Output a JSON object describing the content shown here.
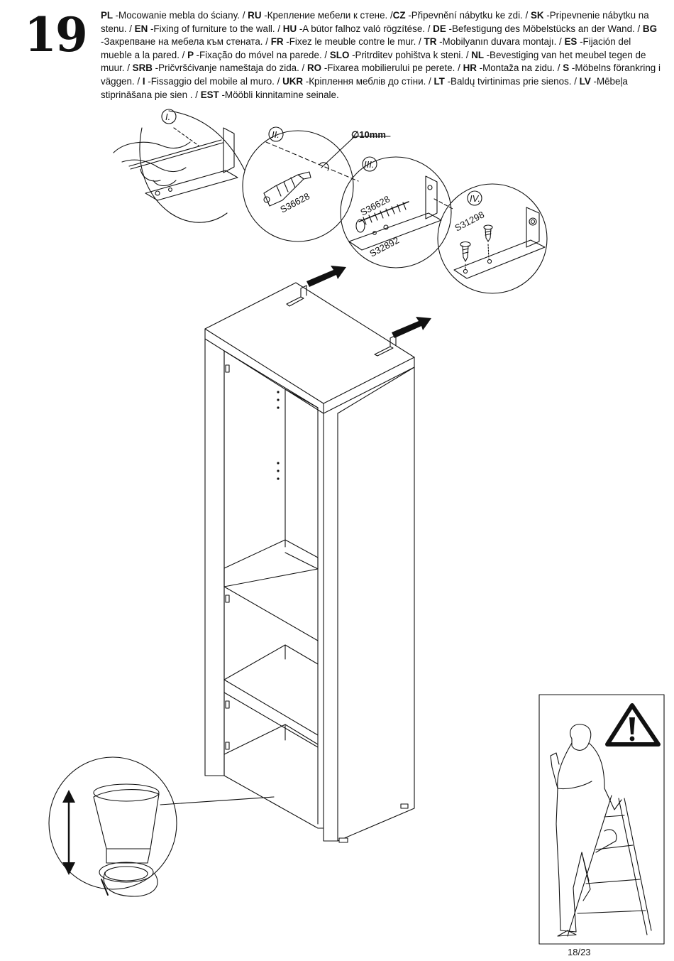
{
  "step_number": "19",
  "instructions": [
    {
      "lang": "PL",
      "text": "-Mocowanie mebla do ściany. / "
    },
    {
      "lang": "RU",
      "text": "-Крепление мебели к стене. /"
    },
    {
      "lang": "CZ",
      "text": "-Připevnění nábytku ke zdi. / "
    },
    {
      "lang": "SK",
      "text": "-Pripevnenie nábytku na stenu. / "
    },
    {
      "lang": "EN",
      "text": "-Fixing of furniture to the wall. / "
    },
    {
      "lang": "HU",
      "text": "-A bútor falhoz való rögzítése. / "
    },
    {
      "lang": "DE",
      "text": "-Befestigung des Möbelstücks an der Wand. / "
    },
    {
      "lang": "BG",
      "text": "-Закрепване на мебела към стената. / "
    },
    {
      "lang": "FR",
      "text": "-Fixez le meuble contre le mur. / "
    },
    {
      "lang": "TR",
      "text": "-Mobilyanın duvara montajı. / "
    },
    {
      "lang": "ES",
      "text": "-Fijación del mueble a la pared. / "
    },
    {
      "lang": "P",
      "text": "-Fixação do móvel na parede. / "
    },
    {
      "lang": "SLO",
      "text": "-Pritrditev pohištva k steni. / "
    },
    {
      "lang": "NL",
      "text": "-Bevestiging van het meubel tegen de muur. / "
    },
    {
      "lang": "SRB",
      "text": "-Pričvršćivanje nameštaja do zida. / "
    },
    {
      "lang": "RO",
      "text": "-Fixarea mobilierului pe perete. / "
    },
    {
      "lang": "HR",
      "text": "-Montaža na zidu. / "
    },
    {
      "lang": "S",
      "text": "-Möbelns förankring i väggen. / "
    },
    {
      "lang": "I",
      "text": "-Fissaggio del mobile al muro. / "
    },
    {
      "lang": "UKR",
      "text": "-Кріплення меблів до стіни. / "
    },
    {
      "lang": "LT",
      "text": "-Baldų tvirtinimas prie sienos. / "
    },
    {
      "lang": "LV",
      "text": "-Mēbeļa stiprināšana pie sien            . / "
    },
    {
      "lang": "EST",
      "text": "-Mööbli kinnitamine seinale."
    }
  ],
  "details": {
    "step1": "I.",
    "step2": "II.",
    "step3": "III.",
    "step4": "IV.",
    "drill_diameter": "10mm",
    "part_dowel": "S36628",
    "part_screw": "S36628",
    "part_bracket": "S32892",
    "part_screw_small": "S31298"
  },
  "page_number": "18/23",
  "warning_icon": "warning-triangle-icon"
}
